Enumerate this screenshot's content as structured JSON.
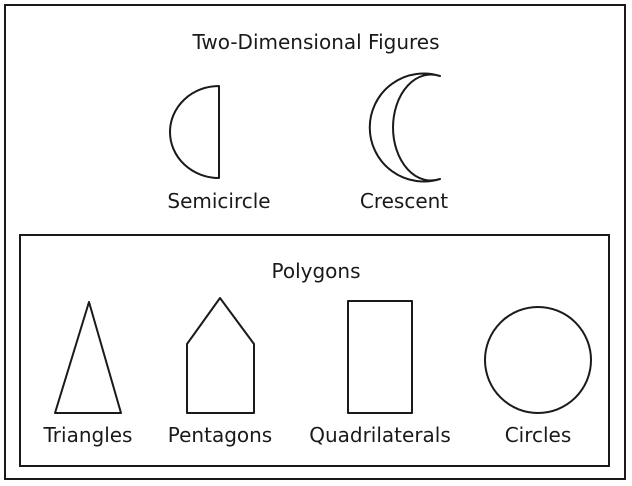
{
  "outer": {
    "title": "Two-Dimensional Figures",
    "figures": [
      {
        "label": "Semicircle",
        "icon": "semicircle-icon"
      },
      {
        "label": "Crescent",
        "icon": "crescent-icon"
      }
    ]
  },
  "inner": {
    "title": "Polygons",
    "figures": [
      {
        "label": "Triangles",
        "icon": "triangle-icon"
      },
      {
        "label": "Pentagons",
        "icon": "pentagon-icon"
      },
      {
        "label": "Quadrilaterals",
        "icon": "rectangle-icon"
      },
      {
        "label": "Circles",
        "icon": "circle-icon"
      }
    ]
  }
}
